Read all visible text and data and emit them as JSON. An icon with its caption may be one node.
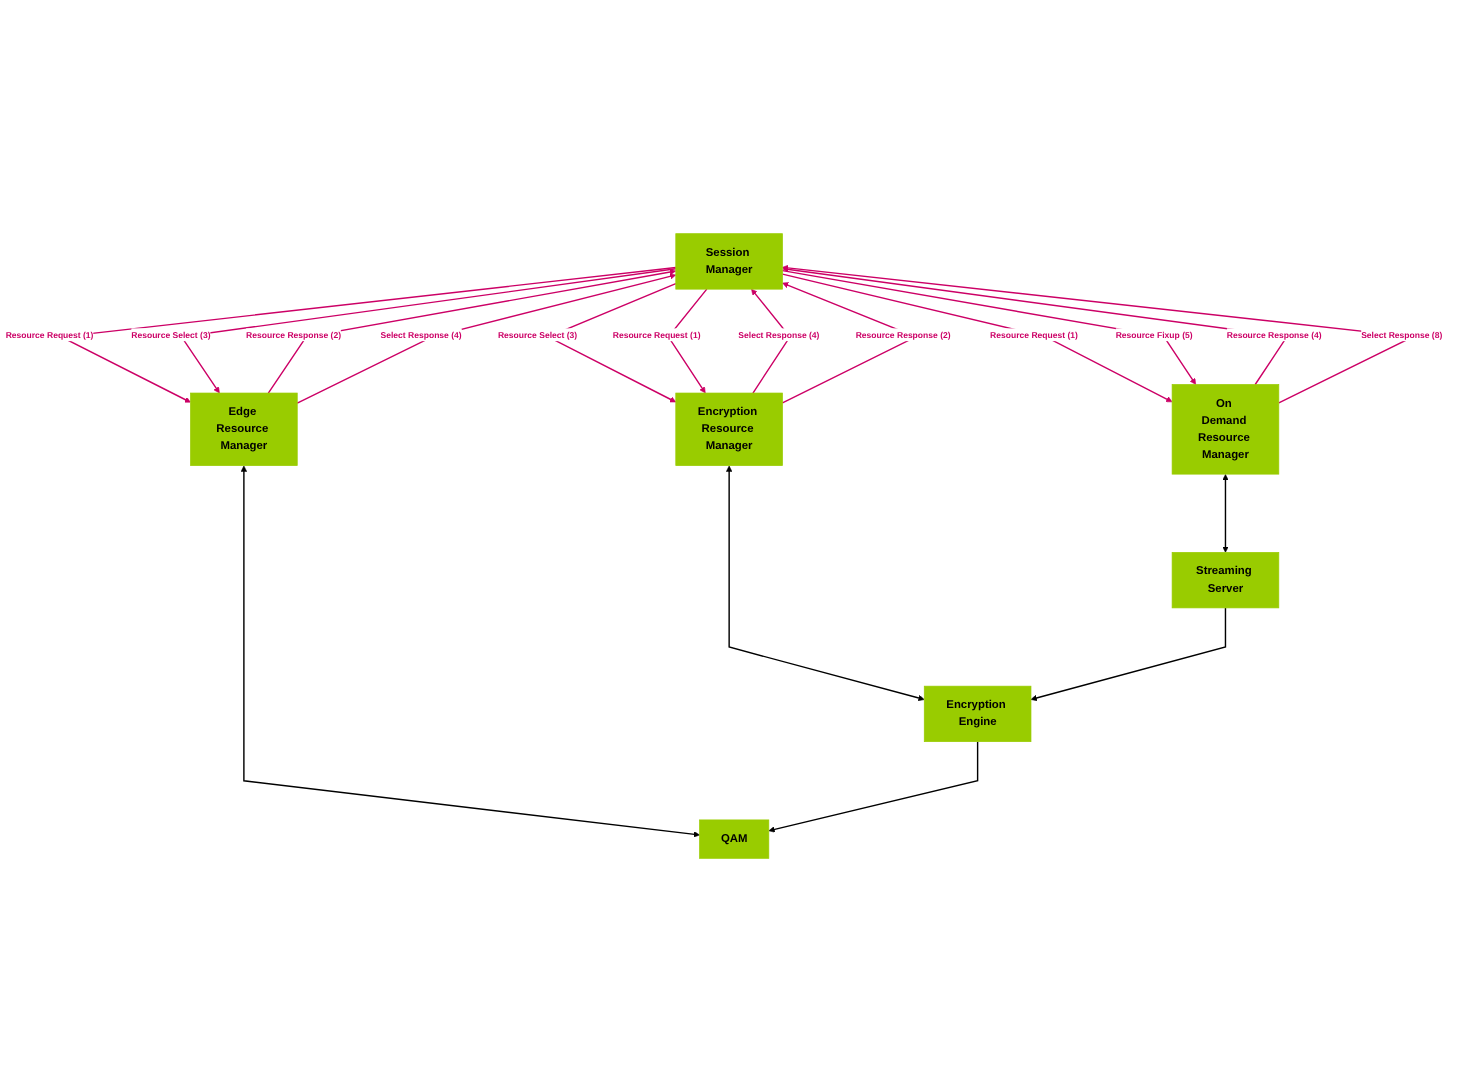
{
  "diagram": {
    "nodes": [
      {
        "text": [
          "Session Manager"
        ]
      },
      {
        "text": [
          "On Demand Resource Manager"
        ]
      },
      {
        "text": [
          "Encryption Resource Manager"
        ]
      },
      {
        "text": [
          "Edge Resource Manager"
        ]
      },
      {
        "text": [
          "Streaming Server"
        ]
      },
      {
        "text": [
          "Encryption Engine"
        ]
      },
      {
        "text": [
          "QAM"
        ]
      }
    ],
    "edges": [
      {
        "from": 0,
        "to": 1,
        "arrow": "to",
        "label": "Resource Request (1)"
      },
      {
        "from": 1,
        "to": 0,
        "arrow": "to",
        "label": "Resource Response (4)"
      },
      {
        "from": 0,
        "to": 1,
        "arrow": "to",
        "label": "Resource Fixup (5)"
      },
      {
        "from": 1,
        "to": 0,
        "arrow": "to",
        "label": "Select Response (8)"
      },
      {
        "from": 2,
        "to": 0,
        "arrow": "to",
        "label": "Select Response (4)"
      },
      {
        "from": 0,
        "to": 2,
        "arrow": "to",
        "label": "Resource Select (3)"
      },
      {
        "from": 2,
        "to": 0,
        "arrow": "to",
        "label": "Resource Response (2)"
      },
      {
        "from": 0,
        "to": 2,
        "arrow": "to",
        "label": "Resource Request (1)"
      },
      {
        "from": 0,
        "to": 3,
        "arrow": "to",
        "label": "Resource Request (1)"
      },
      {
        "from": 3,
        "to": 0,
        "arrow": "to",
        "label": "Resource Response (2)"
      },
      {
        "from": 0,
        "to": 3,
        "arrow": "to",
        "label": "Resource Select (3)"
      },
      {
        "from": 3,
        "to": 0,
        "arrow": "to",
        "label": "Select Response (4)"
      },
      {
        "from": 1,
        "to": 4,
        "arrow": "both",
        "color": "#000000"
      },
      {
        "from": 2,
        "to": 5,
        "arrow": "both",
        "color": "#000000"
      },
      {
        "from": 3,
        "to": 6,
        "arrow": "both",
        "color": "#000000"
      },
      {
        "from": 4,
        "to": 5,
        "arrow": "to",
        "color": "#000000"
      },
      {
        "from": 5,
        "to": 6,
        "arrow": "to",
        "color": "#000000"
      }
    ]
  }
}
